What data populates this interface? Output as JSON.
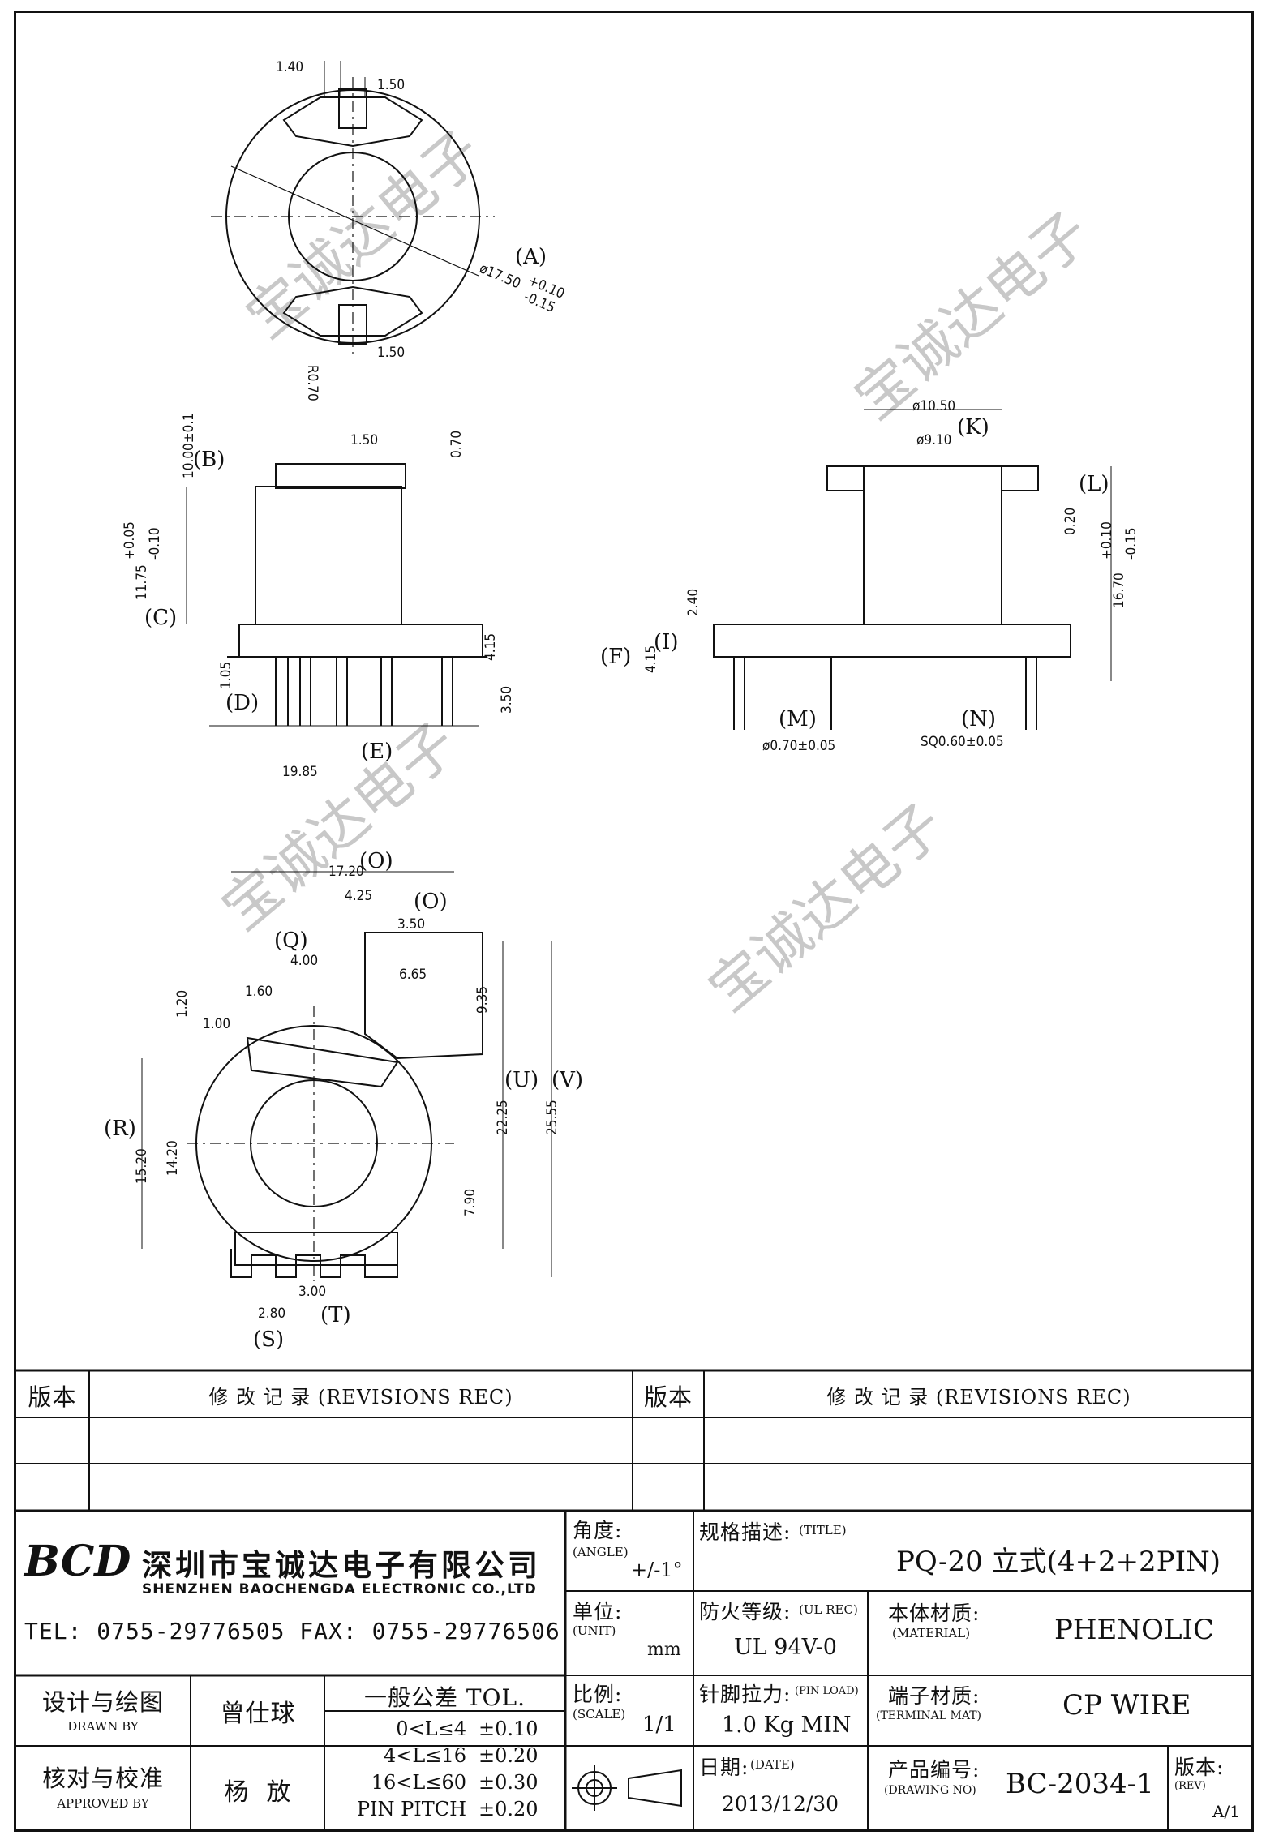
{
  "views": {
    "top": {
      "dims": [
        "1.40",
        "1.50",
        "1.50",
        "R0.70",
        "ø17.50",
        "+0.10",
        "-0.15"
      ],
      "labels": [
        "(A)"
      ]
    },
    "front": {
      "dims": [
        "1.50",
        "0.70",
        "10.00±0.1",
        "11.75",
        "+0.05",
        "-0.10",
        "1.05",
        "4.15",
        "3.50",
        "19.85"
      ],
      "labels": [
        "(B)",
        "(C)",
        "(D)",
        "(E)"
      ]
    },
    "side": {
      "dims": [
        "ø10.50",
        "ø9.10",
        "0.20",
        "16.70",
        "+0.10",
        "-0.15",
        "2.40",
        "4.15",
        "ø0.70±0.05",
        "SQ0.60±0.05"
      ],
      "labels": [
        "(K)",
        "(L)",
        "(F)",
        "(I)",
        "(M)",
        "(N)"
      ]
    },
    "bottom": {
      "dims": [
        "17.20",
        "4.25",
        "3.50",
        "6.65",
        "4.00",
        "1.60",
        "1.20",
        "1.00",
        "9.35",
        "22.25",
        "25.55",
        "15.20",
        "14.20",
        "7.90",
        "2.80",
        "3.00"
      ],
      "labels": [
        "(O)",
        "(O)",
        "(Q)",
        "(U)",
        "(V)",
        "(R)",
        "(S)",
        "(T)"
      ]
    }
  },
  "watermark": "宝诚达电子",
  "revision_table": {
    "version_header": "版本",
    "revision_header": "修 改 记 录  (REVISIONS REC)"
  },
  "company": {
    "logo": "BCD",
    "name_cn": "深圳市宝诚达电子有限公司",
    "name_en": "SHENZHEN BAOCHENGDA ELECTRONIC CO.,LTD",
    "contact": "TEL: 0755-29776505  FAX: 0755-29776506"
  },
  "angle": {
    "label_cn": "角度:",
    "label_en": "(ANGLE)",
    "value": "+/-1°"
  },
  "unit": {
    "label_cn": "单位:",
    "label_en": "(UNIT)",
    "value": "mm"
  },
  "scale": {
    "label_cn": "比例:",
    "label_en": "(SCALE)",
    "value": "1/1"
  },
  "title": {
    "label_cn": "规格描述:",
    "label_en": "(TITLE)",
    "value": "PQ-20 立式(4+2+2PIN)"
  },
  "ul": {
    "label_cn": "防火等级:",
    "label_en": "(UL REC)",
    "value": "UL 94V-0"
  },
  "material": {
    "label_cn": "本体材质:",
    "label_en": "(MATERIAL)",
    "value": "PHENOLIC"
  },
  "pin_load": {
    "label_cn": "针脚拉力:",
    "label_en": "(PIN LOAD)",
    "value": "1.0 Kg MIN"
  },
  "terminal": {
    "label_cn": "端子材质:",
    "label_en": "(TERMINAL MAT)",
    "value": "CP WIRE"
  },
  "date": {
    "label_cn": "日期:",
    "label_en": "(DATE)",
    "value": "2013/12/30"
  },
  "drawing_no": {
    "label_cn": "产品编号:",
    "label_en": "(DRAWING NO)",
    "value": "BC-2034-1"
  },
  "rev": {
    "label_cn": "版本:",
    "label_en": "(REV)",
    "value": "A/1"
  },
  "drawn": {
    "label_cn": "设计与绘图",
    "label_en": "DRAWN BY",
    "name": "曾仕球"
  },
  "approved": {
    "label_cn": "核对与校准",
    "label_en": "APPROVED BY",
    "name": "杨  放"
  },
  "tolerance": {
    "header": "一般公差 TOL.",
    "rows": [
      {
        "range": "0<L≤4",
        "tol": "±0.10"
      },
      {
        "range": "4<L≤16",
        "tol": "±0.20"
      },
      {
        "range": "16<L≤60",
        "tol": "±0.30"
      },
      {
        "range": "PIN PITCH",
        "tol": "±0.20"
      }
    ]
  }
}
